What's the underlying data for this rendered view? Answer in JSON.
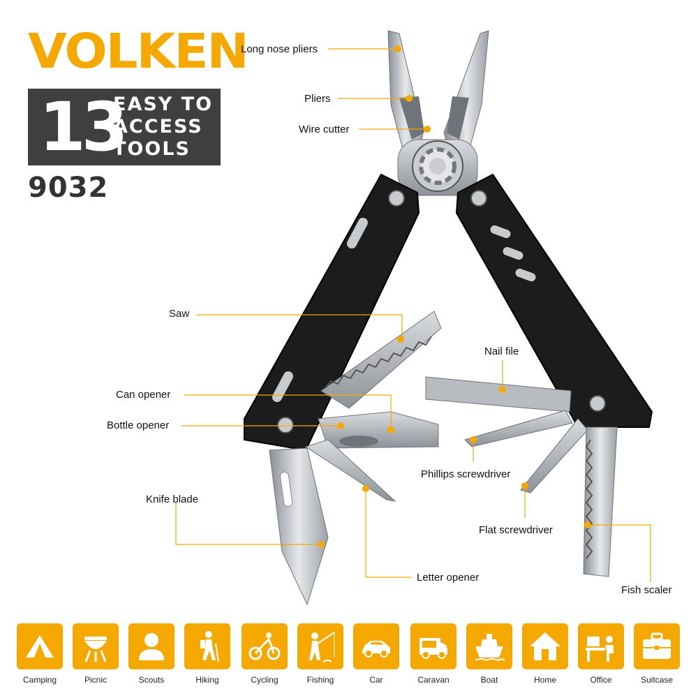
{
  "brand": {
    "name": "VOLKEN"
  },
  "badge": {
    "number": "13",
    "line1": "EASY TO",
    "line2": "ACCESS",
    "line3": "TOOLS"
  },
  "model": "9032",
  "accent": "#f5a800",
  "tools": [
    {
      "label": "Long nose pliers"
    },
    {
      "label": "Pliers"
    },
    {
      "label": "Wire cutter"
    },
    {
      "label": "Saw"
    },
    {
      "label": "Nail file"
    },
    {
      "label": "Can opener"
    },
    {
      "label": "Bottle opener"
    },
    {
      "label": "Phillips screwdriver"
    },
    {
      "label": "Knife blade"
    },
    {
      "label": "Flat screwdriver"
    },
    {
      "label": "Letter opener"
    },
    {
      "label": "Fish scaler"
    }
  ],
  "uses": [
    {
      "label": "Camping",
      "icon": "tent-icon"
    },
    {
      "label": "Picnic",
      "icon": "grill-icon"
    },
    {
      "label": "Scouts",
      "icon": "person-icon"
    },
    {
      "label": "Hiking",
      "icon": "hiker-icon"
    },
    {
      "label": "Cycling",
      "icon": "cyclist-icon"
    },
    {
      "label": "Fishing",
      "icon": "fishing-icon"
    },
    {
      "label": "Car",
      "icon": "car-icon"
    },
    {
      "label": "Caravan",
      "icon": "van-icon"
    },
    {
      "label": "Boat",
      "icon": "boat-icon"
    },
    {
      "label": "Home",
      "icon": "home-icon"
    },
    {
      "label": "Office",
      "icon": "office-icon"
    },
    {
      "label": "Suitcase",
      "icon": "suitcase-icon"
    }
  ]
}
